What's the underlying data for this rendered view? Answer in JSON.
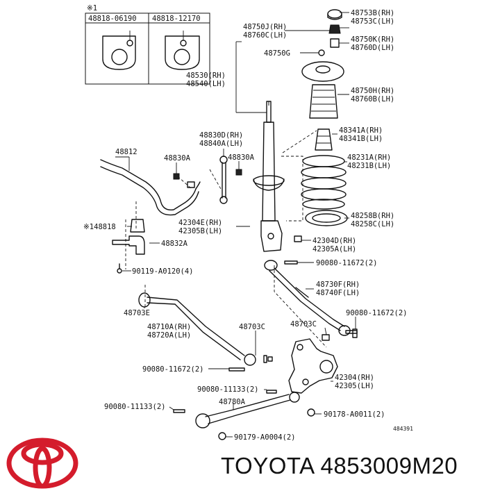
{
  "diagram_id": "484391",
  "inset": {
    "mark": "※1",
    "left": "48818-06190",
    "right": "48818-12170"
  },
  "labels": {
    "l48753": "48753B(RH)",
    "l48753b": "48753C(LH)",
    "l48750j": "48750J(RH)",
    "l48750jb": "48760C(LH)",
    "l48750k": "48750K(RH)",
    "l48750kb": "48760D(LH)",
    "l48750g": "48750G",
    "l48530": "48530(RH)",
    "l48530b": "48540(LH)",
    "l48750h": "48750H(RH)",
    "l48750hb": "48760B(LH)",
    "l48341": "48341A(RH)",
    "l48341b": "48341B(LH)",
    "l48830d": "48830D(RH)",
    "l48830db": "48840A(LH)",
    "l48812": "48812",
    "l48830a1": "48830A",
    "l48830a2": "48830A",
    "l48231": "48231A(RH)",
    "l48231b": "48231B(LH)",
    "l48258": "48258B(RH)",
    "l48258b": "48258C(LH)",
    "l48818": "※148818",
    "l42304e": "42304E(RH)",
    "l42304eb": "42305B(LH)",
    "l48832": "48832A",
    "l42304d": "42304D(RH)",
    "l42304db": "42305A(LH)",
    "l90119": "90119-A0120(4)",
    "l90080a": "90080-11672(2)",
    "l48730": "48730F(RH)",
    "l48730b": "48740F(LH)",
    "l48703e": "48703E",
    "l90080b": "90080-11672(2)",
    "l48710": "48710A(RH)",
    "l48710b": "48720A(LH)",
    "l48703c1": "48703C",
    "l48703c2": "48703C",
    "l90080c": "90080-11672(2)",
    "l42304": "42304(RH)",
    "l42304b": "42305(LH)",
    "l90080d": "90080-11133(2)",
    "l48780": "48780A",
    "l90080e": "90080-11133(2)",
    "l90178": "90178-A0011(2)",
    "l90179": "90179-A0004(2)"
  },
  "brand": "TOYOTA",
  "part_number": "4853009M20",
  "logo_color": "#d41c2c"
}
